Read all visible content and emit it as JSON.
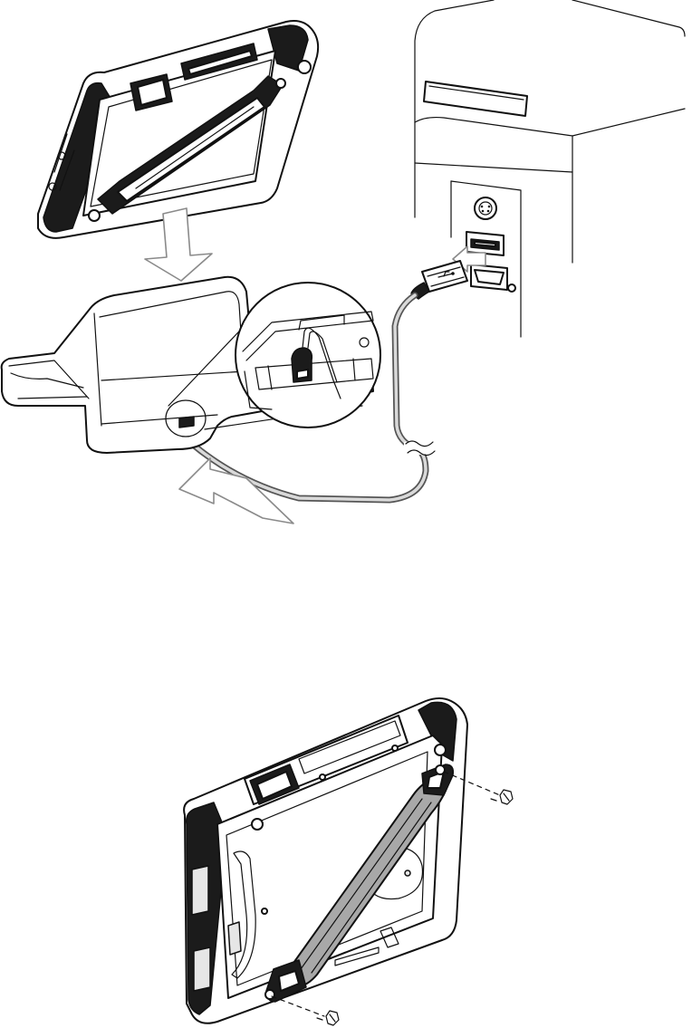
{
  "figures": [
    {
      "id": "fig1",
      "subject": "tablet-docking-cradle-usb-connection"
    },
    {
      "id": "fig2",
      "subject": "tablet-hand-strap-screws"
    }
  ],
  "icons": {
    "down_arrow": "down-arrow-icon",
    "usb_symbol": "usb-icon",
    "ps2_port": "ps2-port-icon",
    "screw": "screw-icon"
  }
}
